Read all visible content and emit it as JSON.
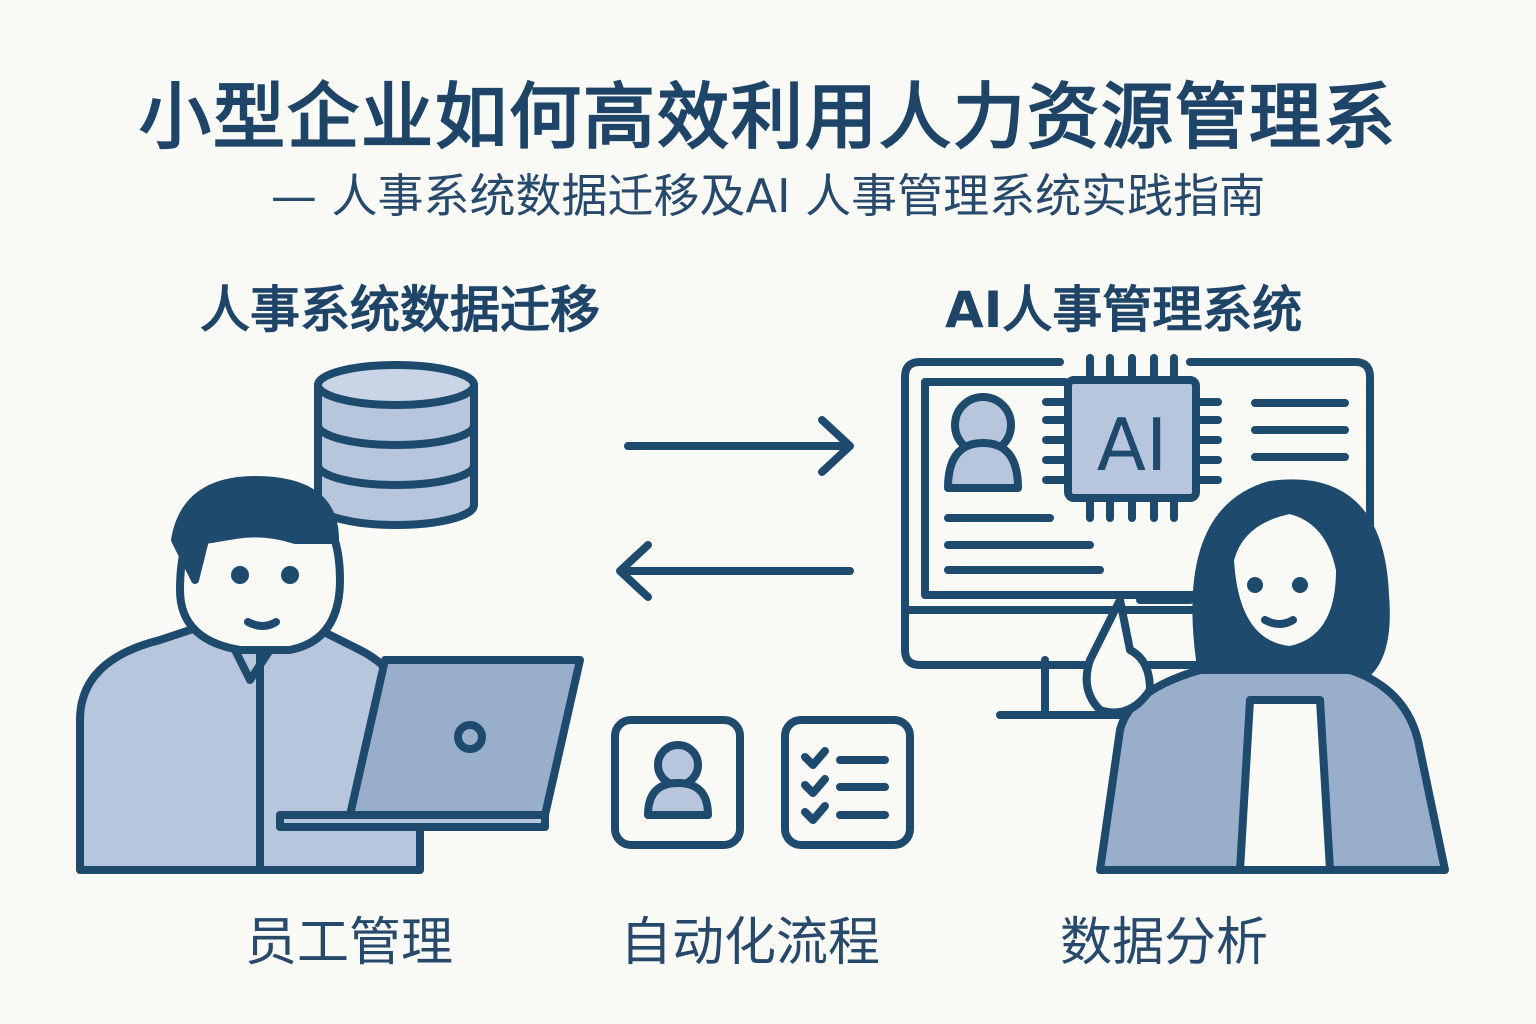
{
  "title": "小型企业如何高效利用人力资源管理系",
  "subtitle": "— 人事系统数据迁移及AI 人事管理系统实践指南",
  "left_heading": "人事系统数据迁移",
  "right_heading": "AI人事管理系统",
  "chip_label": "AI",
  "labels": [
    "员工管理",
    "自动化流程",
    "数据分析"
  ],
  "colors": {
    "stroke": "#1e4a6e",
    "fill": "#b7c6dc",
    "background": "#f9f9f5"
  }
}
